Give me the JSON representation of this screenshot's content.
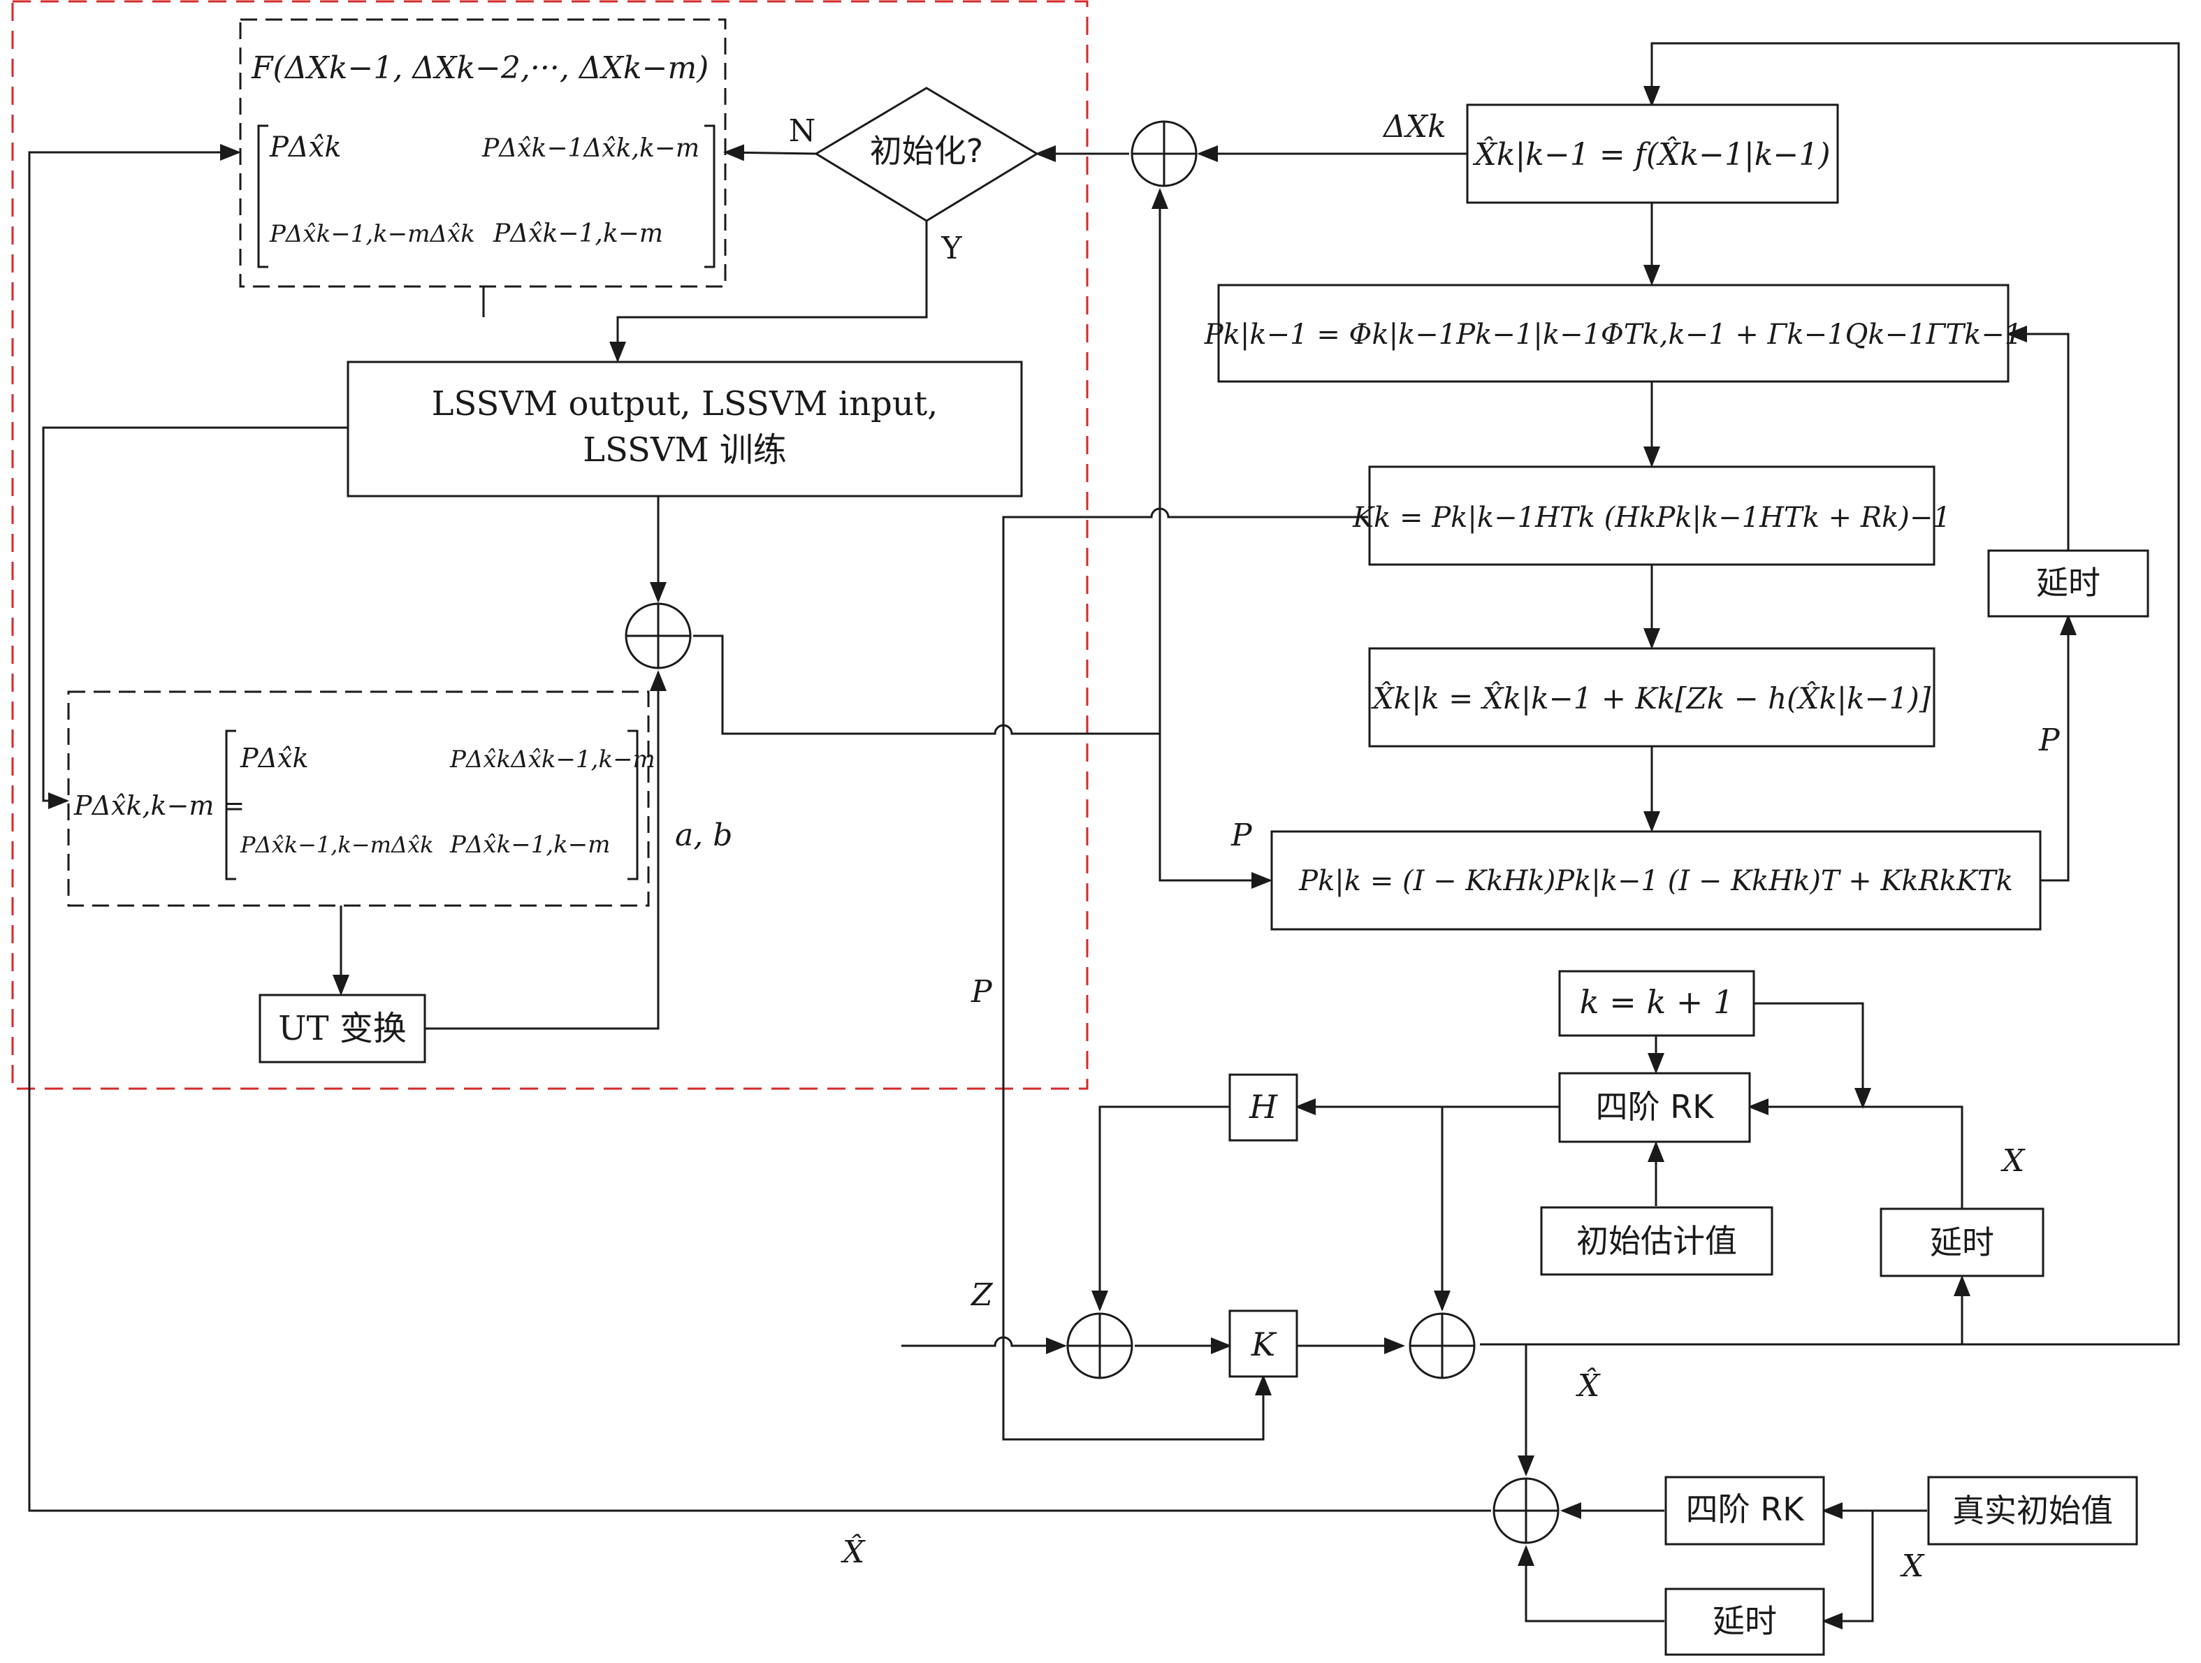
{
  "boxes": {
    "predict_state": "X̂k|k−1 = f(X̂k−1|k−1)",
    "predict_cov": "Pk|k−1 = Φk|k−1Pk−1|k−1ΦTk,k−1 + Γk−1Qk−1ΓTk−1",
    "gain": "Kk = Pk|k−1HTk (HkPk|k−1HTk + Rk)−1",
    "update_state": "X̂k|k = X̂k|k−1 + Kk[Zk − h(X̂k|k−1)]",
    "update_cov": "Pk|k = (I − KkHk)Pk|k−1 (I − KkHk)T + KkRkKTk",
    "lssvm_line1": "LSSVM output, LSSVM input,",
    "lssvm_line2": "LSSVM 训练",
    "ut": "UT 变换",
    "delay_right": "延时",
    "k_increment": "k = k + 1",
    "rk4_top": "四阶 RK",
    "h_box": "H",
    "initial_estimate": "初始估计值",
    "delay_mid": "延时",
    "k_box": "K",
    "rk4_bottom": "四阶 RK",
    "true_initial": "真实初始值",
    "delay_bottom": "延时"
  },
  "decision": {
    "text": "初始化?",
    "no": "N",
    "yes": "Y"
  },
  "dashed_top": {
    "func": "F(ΔXk−1, ΔXk−2,···, ΔXk−m)",
    "m11": "PΔx̂k",
    "m12": "PΔx̂k−1Δx̂k,k−m",
    "m21": "PΔx̂k−1,k−mΔx̂k",
    "m22": "PΔx̂k−1,k−m"
  },
  "dashed_bottom": {
    "lhs": "PΔx̂k,k−m =",
    "m11": "PΔx̂k",
    "m12": "PΔx̂kΔx̂k−1,k−m",
    "m21": "PΔx̂k−1,k−mΔx̂k",
    "m22": "PΔx̂k−1,k−m"
  },
  "labels": {
    "delta_x": "ΔXk",
    "p1": "P",
    "p2": "P",
    "p3": "P",
    "ab": "a, b",
    "z": "Z",
    "x_hat_mid": "X̂",
    "x_hat_bottom": "X̂",
    "x_right": "X",
    "x_bottom": "X"
  },
  "colors": {
    "ink": "#1a1a1a",
    "red_dashed": "#d42a2a",
    "background": "#ffffff"
  }
}
